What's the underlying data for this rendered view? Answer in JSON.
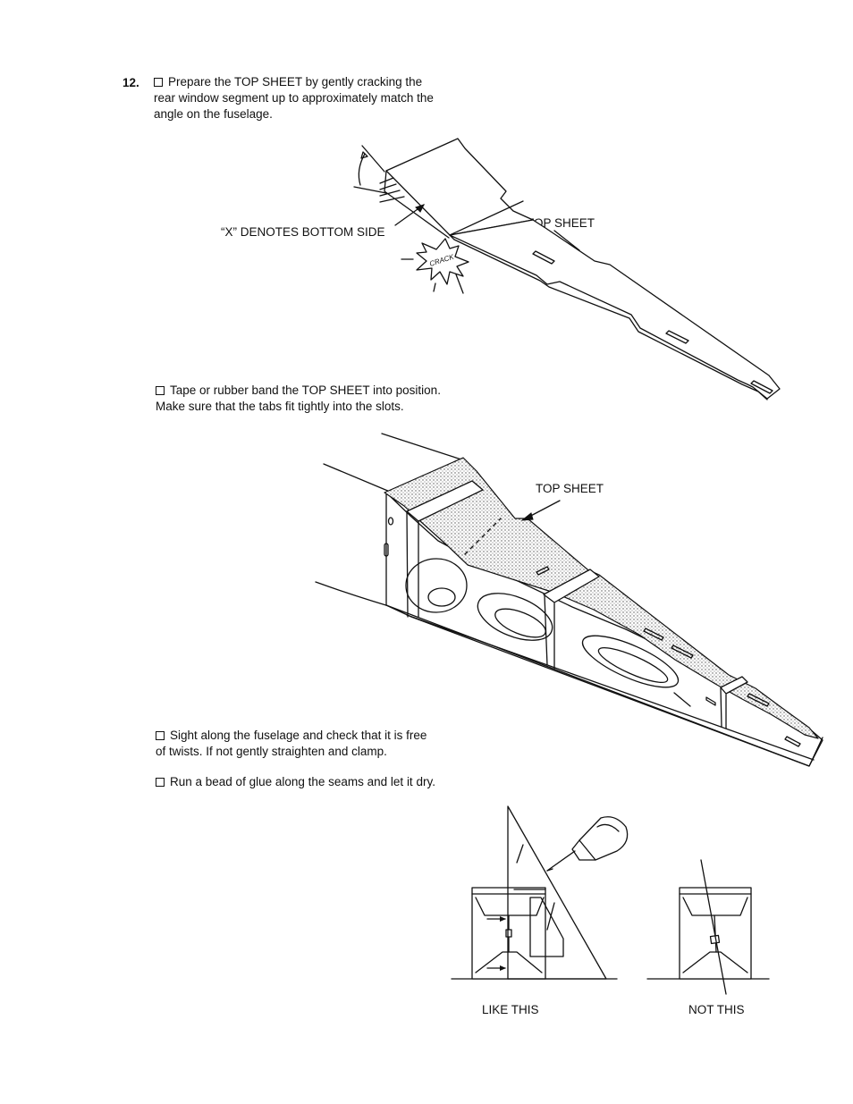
{
  "step": {
    "number": "12.",
    "instruction_1": [
      "Prepare the TOP SHEET by gently cracking the",
      "rear window segment up to approximately match the",
      "angle on the fuselage."
    ],
    "instruction_2": [
      "Tape or rubber band the TOP SHEET into position.",
      "Make sure that the tabs fit tightly into the slots."
    ],
    "instruction_3": [
      "Sight along the fuselage and check that it is free",
      "of twists. If not gently straighten and clamp."
    ],
    "instruction_4": [
      "Run a bead of glue along the seams and let it dry."
    ]
  },
  "figure_1": {
    "label_bottom_side": "“X” DENOTES BOTTOM SIDE",
    "label_top_sheet": "TOP SHEET",
    "label_crack": "CRACK"
  },
  "figure_2": {
    "label_top_sheet": "TOP SHEET"
  },
  "figure_3": {
    "label_like": "LIKE THIS",
    "label_not": "NOT THIS"
  }
}
